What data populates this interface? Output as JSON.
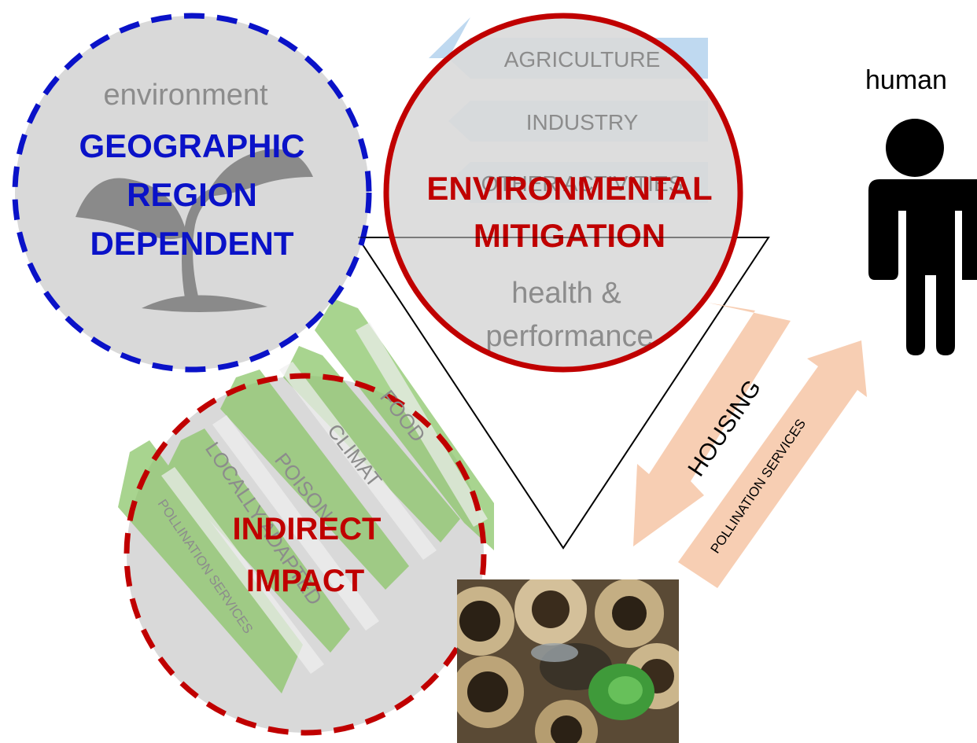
{
  "colors": {
    "background": "#ffffff",
    "circle_fill": "#d9d9d9",
    "blue_accent": "#0a12c8",
    "red_accent": "#c00000",
    "gray_text": "#8c8c8c",
    "sprout_gray": "#8a8a8a",
    "light_blue_arrow": "#b5d3ee",
    "green_arrow": "#8cc66a",
    "peach_arrow": "#f6c6a6",
    "human_black": "#000000",
    "triangle_stroke": "#000000"
  },
  "human": {
    "label": "human",
    "icon": "person-icon"
  },
  "environment_circle": {
    "label_top": "environment",
    "title_lines": [
      "GEOGRAPHIC",
      "REGION",
      "DEPENDENT"
    ],
    "icon": "sprout-icon"
  },
  "mitigation_circle": {
    "arrow_labels": [
      "AGRICULTURE",
      "INDUSTRY",
      "OTHER ACTIVITIES"
    ],
    "title_lines": [
      "ENVIRONMENTAL",
      "MITIGATION"
    ],
    "bottom_lines": [
      "health &",
      "performance"
    ]
  },
  "indirect_circle": {
    "arrow_labels": [
      "FOOD",
      "CLIMAT",
      "POISON",
      "LOCALLY ADAPTED",
      "POLLINATION SERVICES"
    ],
    "title_lines": [
      "INDIRECT",
      "IMPACT"
    ]
  },
  "human_bee_arrows": {
    "housing_label": "HOUSING",
    "pollination_label": "POLLINATION SERVICES"
  },
  "bee_photo": {
    "icon": "bee-nest-photo"
  }
}
